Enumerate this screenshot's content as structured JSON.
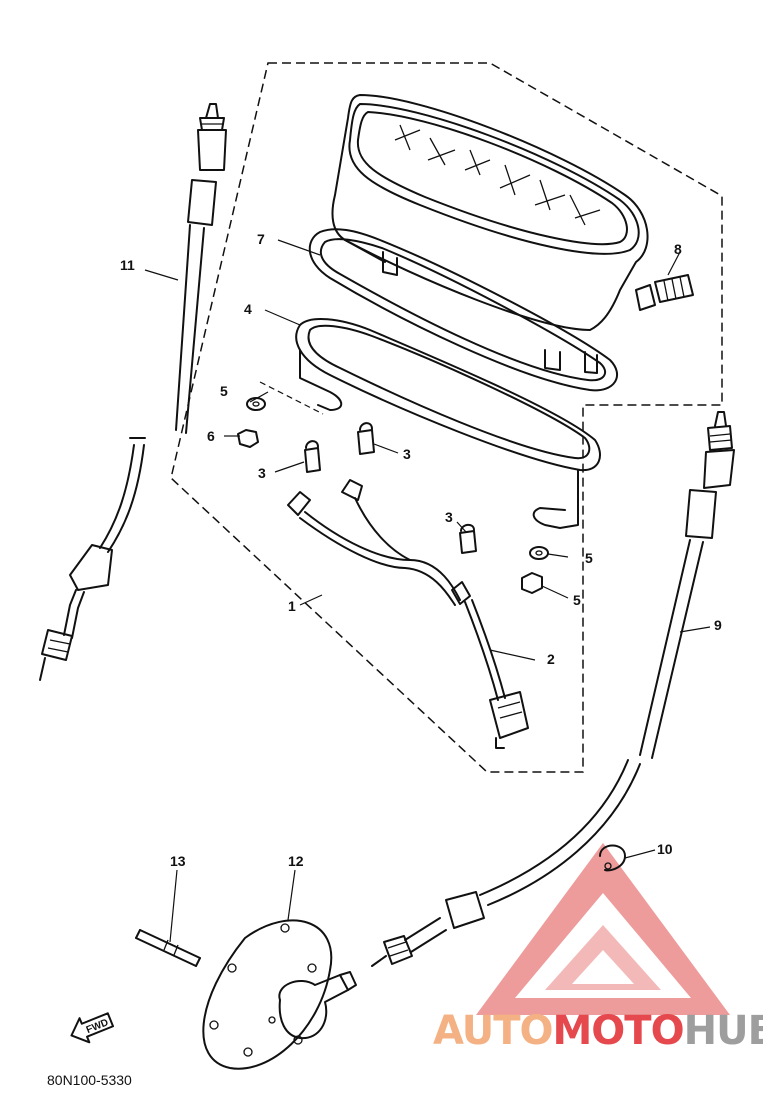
{
  "diagram": {
    "callouts": [
      {
        "id": "1",
        "text": "1"
      },
      {
        "id": "2",
        "text": "2"
      },
      {
        "id": "3a",
        "text": "3"
      },
      {
        "id": "3b",
        "text": "3"
      },
      {
        "id": "3c",
        "text": "3"
      },
      {
        "id": "4",
        "text": "4"
      },
      {
        "id": "5a",
        "text": "5"
      },
      {
        "id": "5b",
        "text": "5"
      },
      {
        "id": "5c",
        "text": "5"
      },
      {
        "id": "6",
        "text": "6"
      },
      {
        "id": "7",
        "text": "7"
      },
      {
        "id": "8",
        "text": "8"
      },
      {
        "id": "9",
        "text": "9"
      },
      {
        "id": "10",
        "text": "10"
      },
      {
        "id": "11",
        "text": "11"
      },
      {
        "id": "12",
        "text": "12"
      },
      {
        "id": "13",
        "text": "13"
      }
    ],
    "forward_arrow_text": "FWD",
    "drawing_code": "80N100-5330"
  },
  "watermark": {
    "word_part1": "AUTO",
    "word_part2": "MOTO",
    "word_part3": "HUB",
    "colors": {
      "auto": "#f4b183",
      "moto": "#e5484d",
      "hub": "#9e9e9e",
      "triangle": "#e87a7a"
    }
  }
}
